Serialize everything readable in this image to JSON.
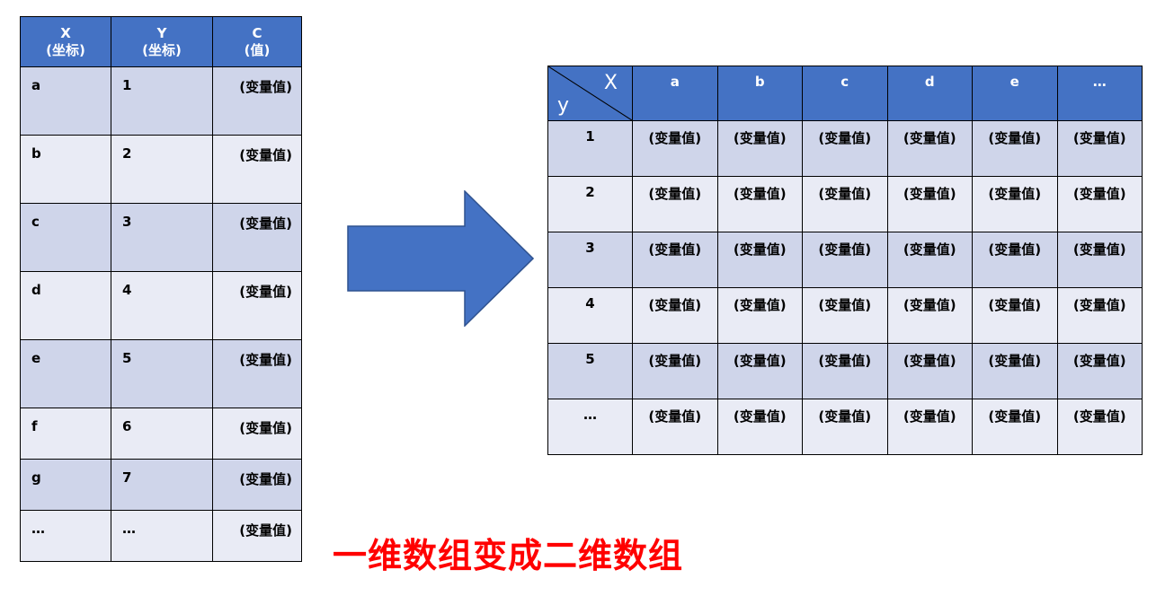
{
  "left_table": {
    "headers": [
      {
        "line1": "X",
        "line2": "(坐标)"
      },
      {
        "line1": "Y",
        "line2": "(坐标)"
      },
      {
        "line1": "C",
        "line2": "(值)"
      }
    ],
    "rows": [
      [
        "a",
        "1",
        "(变量值)"
      ],
      [
        "b",
        "2",
        "(变量值)"
      ],
      [
        "c",
        "3",
        "(变量值)"
      ],
      [
        "d",
        "4",
        "(变量值)"
      ],
      [
        "e",
        "5",
        "(变量值)"
      ],
      [
        "f",
        "6",
        "(变量值)"
      ],
      [
        "g",
        "7",
        "(变量值)"
      ],
      [
        "…",
        "…",
        "(变量值)"
      ]
    ]
  },
  "right_table": {
    "corner_x": "X",
    "corner_y": "y",
    "column_headers": [
      "a",
      "b",
      "c",
      "d",
      "e",
      "…"
    ],
    "row_headers": [
      "1",
      "2",
      "3",
      "4",
      "5",
      "…"
    ],
    "cell_value": "(变量值)"
  },
  "arrow": {
    "color": "#4472c4",
    "icon": "right-arrow-icon"
  },
  "caption": "一维数组变成二维数组",
  "colors": {
    "header": "#4472c4",
    "band_dark": "#cfd5ea",
    "band_light": "#e9ebf5",
    "caption": "#ff0000"
  }
}
